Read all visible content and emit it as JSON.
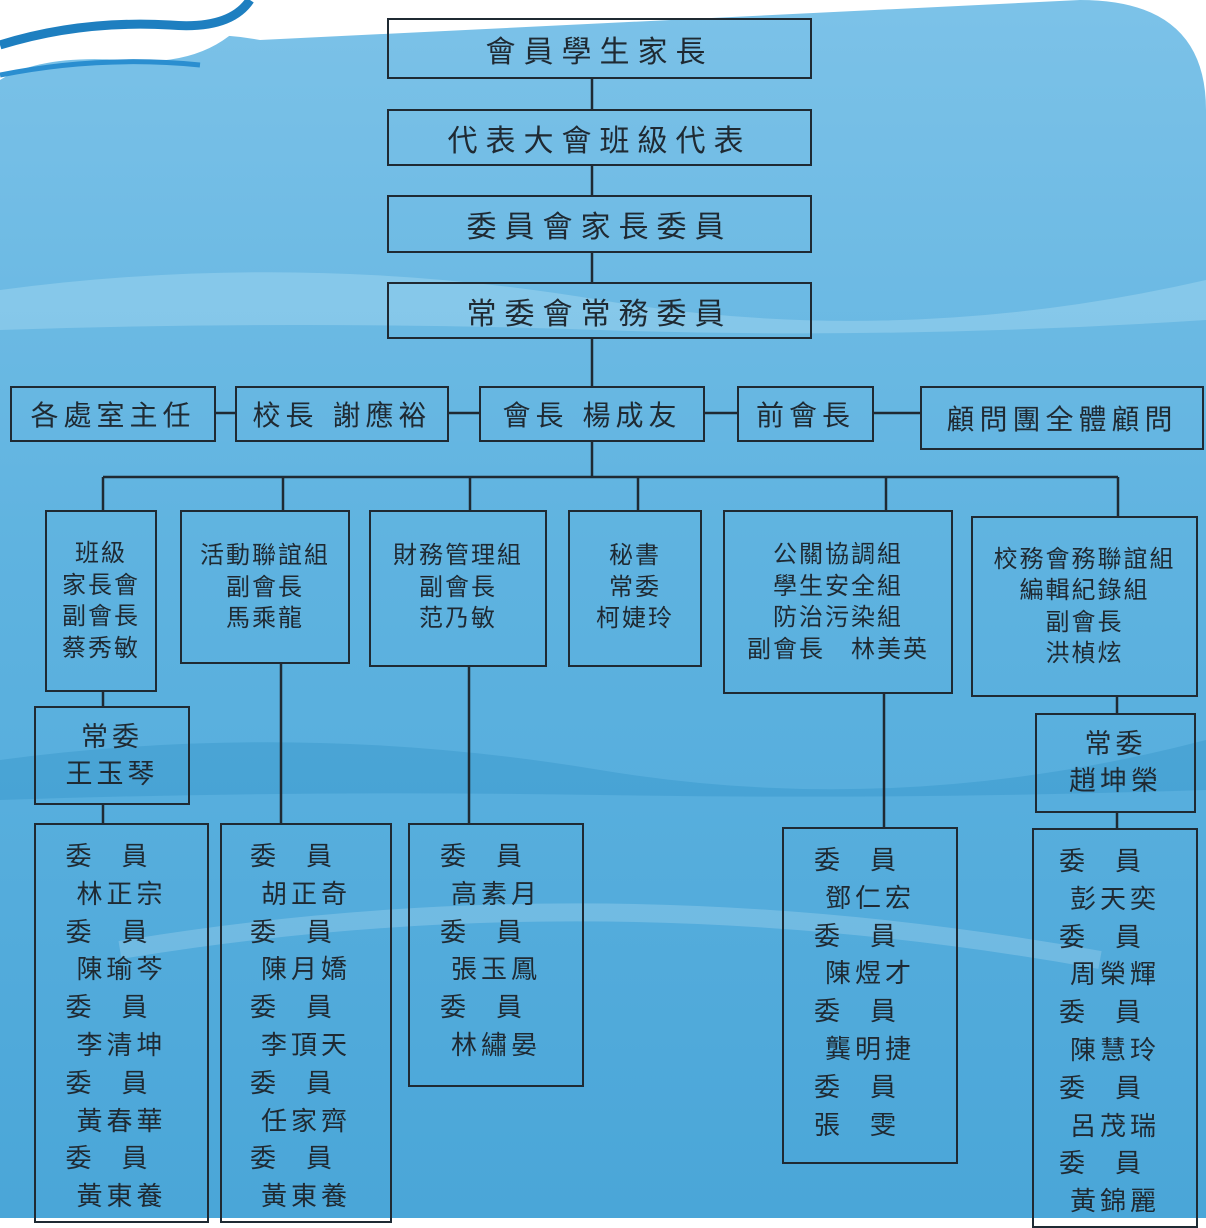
{
  "colors": {
    "sky": "#3aa6d6",
    "skyLight": "#8ccbea",
    "line": "#1f2a33",
    "ink": "#1f2a33"
  },
  "chain": [
    "會員學生家長",
    "代表大會班級代表",
    "委員會家長委員",
    "常委會常務委員"
  ],
  "row": {
    "directors": "各處室主任",
    "principal": "校長 謝應裕",
    "president": "會長 楊成友",
    "former": "前會長",
    "advisors": "顧問團全體顧問"
  },
  "groups": {
    "class": [
      "班級",
      "家長會",
      "副會長",
      "蔡秀敏"
    ],
    "activity": [
      "活動聯誼組",
      "副會長",
      "馬乘龍"
    ],
    "finance": [
      "財務管理組",
      "副會長",
      "范乃敏"
    ],
    "secretary": [
      "秘書",
      "常委",
      "柯婕玲"
    ],
    "pr": [
      "公關協調組",
      "學生安全組",
      "防治污染組",
      "副會長　林美英"
    ],
    "school": [
      "校務會務聯誼組",
      "編輯紀錄組",
      "副會長",
      "洪楨炫"
    ]
  },
  "standing": {
    "class": [
      "常委",
      "王玉琴"
    ],
    "school": [
      "常委",
      "趙坤榮"
    ]
  },
  "members": {
    "class": [
      "委員",
      "林正宗",
      "委員",
      "陳瑜芩",
      "委員",
      "李清坤",
      "委員",
      "黃春華",
      "委員",
      "黃東養"
    ],
    "activity": [
      "委員",
      "胡正奇",
      "委員",
      "陳月嬌",
      "委員",
      "李頂天",
      "委員",
      "任家齊",
      "委員",
      "黃東養"
    ],
    "finance": [
      "委員",
      "高素月",
      "委員",
      "張玉鳳",
      "委員",
      "林繡晏"
    ],
    "pr": [
      "委員",
      "鄧仁宏",
      "委員",
      "陳煜才",
      "委員",
      "龔明捷",
      "委員",
      "張雯"
    ],
    "school": [
      "委員",
      "彭天奕",
      "委員",
      "周榮輝",
      "委員",
      "陳慧玲",
      "委員",
      "呂茂瑞",
      "委員",
      "黃錦麗"
    ]
  }
}
